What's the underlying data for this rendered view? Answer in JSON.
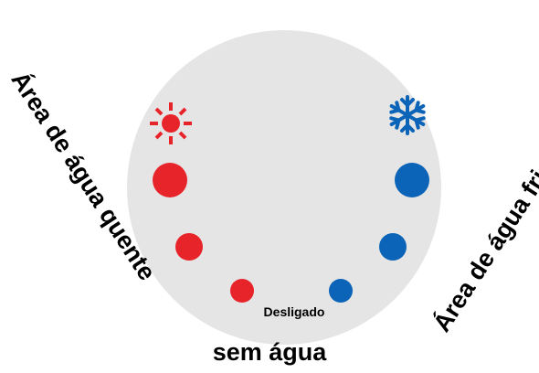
{
  "labels": {
    "hot_area": "Área de água quente",
    "cold_area": "Área de água fria",
    "no_water": "sem água",
    "off": "Desligado"
  },
  "icons": {
    "hot": "sun-icon",
    "cold": "snowflake-icon"
  },
  "colors": {
    "dial_background": "#e5e5e5",
    "hot": "#e8242b",
    "cold": "#0b64b7"
  }
}
